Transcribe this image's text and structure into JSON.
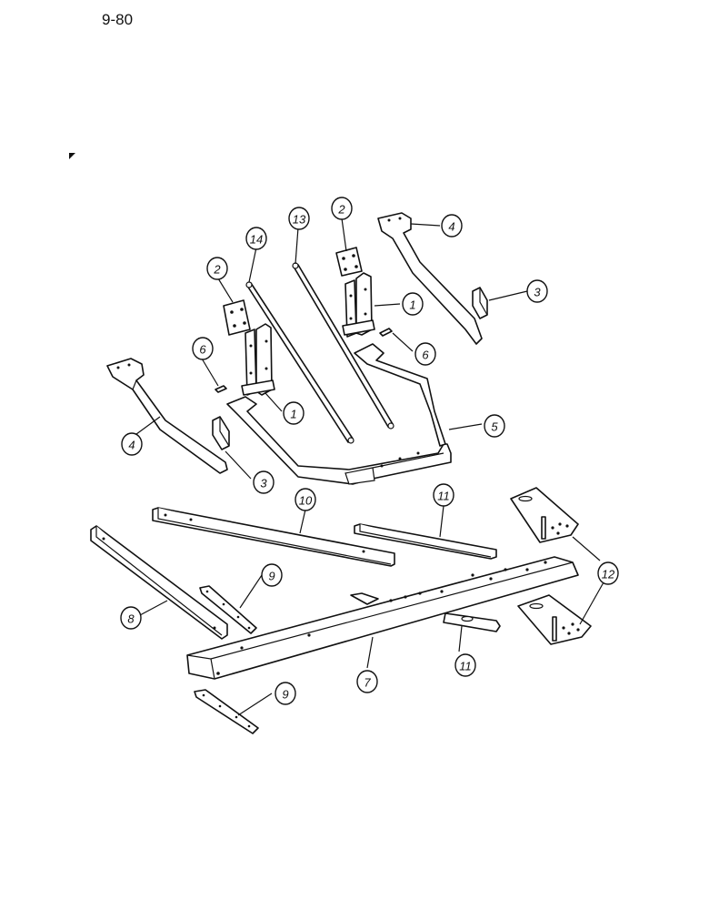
{
  "page_number": "9-80",
  "callouts": [
    {
      "id": "c14",
      "label": "14"
    },
    {
      "id": "c13",
      "label": "13"
    },
    {
      "id": "c2a",
      "label": "2"
    },
    {
      "id": "c2b",
      "label": "2"
    },
    {
      "id": "c4a",
      "label": "4"
    },
    {
      "id": "c4b",
      "label": "4"
    },
    {
      "id": "c3a",
      "label": "3"
    },
    {
      "id": "c3b",
      "label": "3"
    },
    {
      "id": "c1a",
      "label": "1"
    },
    {
      "id": "c1b",
      "label": "1"
    },
    {
      "id": "c6a",
      "label": "6"
    },
    {
      "id": "c6b",
      "label": "6"
    },
    {
      "id": "c5",
      "label": "5"
    },
    {
      "id": "c10",
      "label": "10"
    },
    {
      "id": "c11a",
      "label": "11"
    },
    {
      "id": "c11b",
      "label": "11"
    },
    {
      "id": "c12",
      "label": "12"
    },
    {
      "id": "c8",
      "label": "8"
    },
    {
      "id": "c9a",
      "label": "9"
    },
    {
      "id": "c9b",
      "label": "9"
    },
    {
      "id": "c7",
      "label": "7"
    }
  ]
}
